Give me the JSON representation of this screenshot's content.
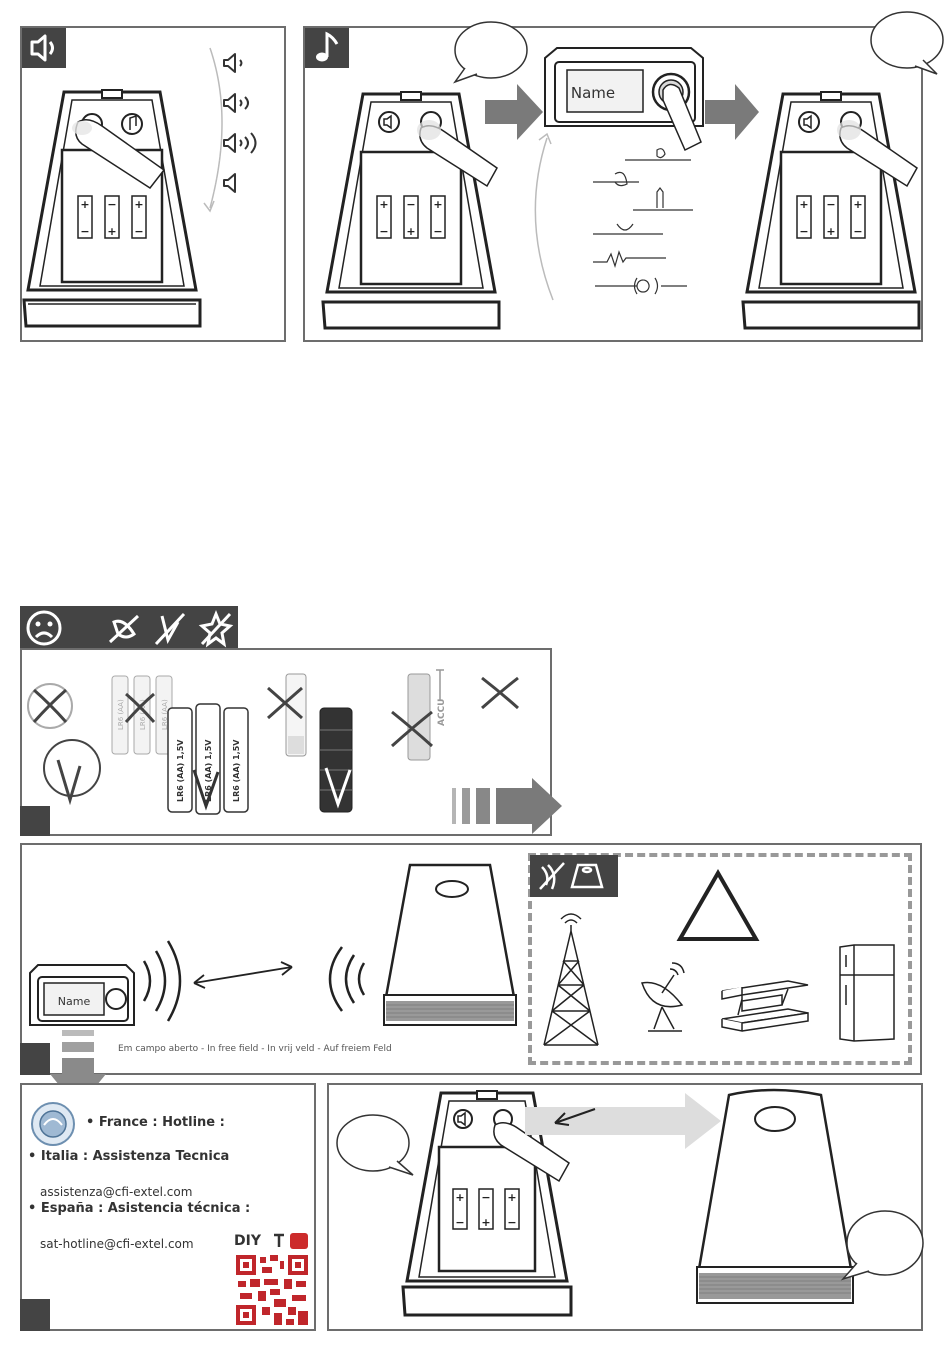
{
  "receiver_display": {
    "name_label": "Name"
  },
  "battery_labels": {
    "lr6": "LR6 (AA)",
    "lr6_full": "LR6 (AA) 1,5V",
    "accu": "ACCU"
  },
  "range_section": {
    "transmitter_name": "Name",
    "caption": "Em campo aberto - In free field - In vrij veld - Auf freiem Feld"
  },
  "support": {
    "france": "• France : Hotline :",
    "italia": "• Italia : Assistenza Tecnica",
    "italia_email": "assistenza@cfi-extel.com",
    "espana": "• España : Asistencia técnica :",
    "espana_email": "sat-hotline@cfi-extel.com",
    "diy_label": "DIY"
  }
}
